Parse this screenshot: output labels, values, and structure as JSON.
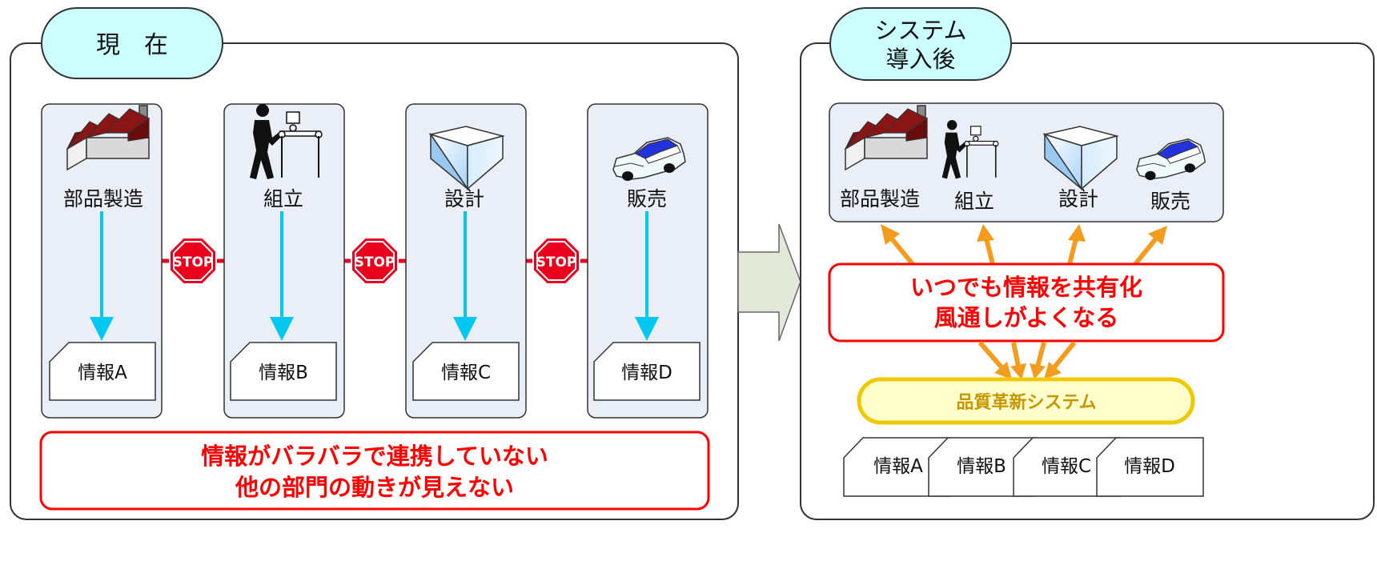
{
  "current": {
    "tag": "現　在",
    "departments": [
      {
        "name": "部品製造",
        "icon": "factory-icon",
        "info": "情報A"
      },
      {
        "name": "組立",
        "icon": "assembly-worker-icon",
        "info": "情報B"
      },
      {
        "name": "設計",
        "icon": "design-box-icon",
        "info": "情報C"
      },
      {
        "name": "販売",
        "icon": "car-icon",
        "info": "情報D"
      }
    ],
    "stop_label": "STOP",
    "problem_line1": "情報がバラバラで連携していない",
    "problem_line2": "他の部門の動きが見えない"
  },
  "after": {
    "tag_line1": "システム",
    "tag_line2": "導入後",
    "departments": [
      {
        "name": "部品製造",
        "icon": "factory-icon"
      },
      {
        "name": "組立",
        "icon": "assembly-worker-icon"
      },
      {
        "name": "設計",
        "icon": "design-box-icon"
      },
      {
        "name": "販売",
        "icon": "car-icon"
      }
    ],
    "benefit_line1": "いつでも情報を共有化",
    "benefit_line2": "風通しがよくなる",
    "system_label": "品質革新システム",
    "info_docs": [
      "情報A",
      "情報B",
      "情報C",
      "情報D"
    ]
  },
  "colors": {
    "tag_fill": "#ccffff",
    "column_fill": "#eaeff7",
    "flow_arrow": "#00c8f0",
    "stop_red": "#e8001c",
    "problem_text": "#ff0000",
    "orange_arrow": "#f39c1e",
    "system_fill": "#ffffcc",
    "system_border": "#f0c800",
    "system_text": "#c89600",
    "big_arrow_fill": "#e4e8d8"
  }
}
